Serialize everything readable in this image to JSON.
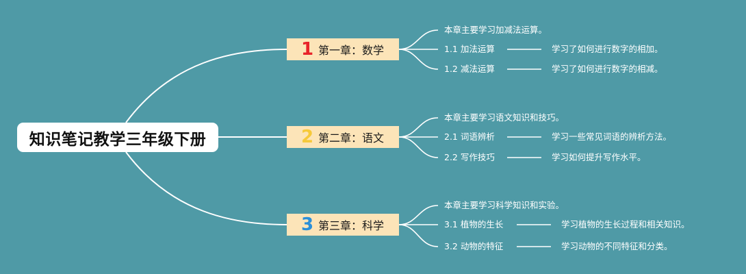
{
  "root": {
    "title": "知识笔记教学三年级下册"
  },
  "chapters": [
    {
      "number": "1",
      "number_color": "#e8232a",
      "title": "第一章：数学",
      "summary": "本章主要学习加减法运算。",
      "topics": [
        {
          "label": "1.1 加法运算",
          "detail": "学习了如何进行数字的相加。"
        },
        {
          "label": "1.2 减法运算",
          "detail": "学习了如何进行数字的相减。"
        }
      ]
    },
    {
      "number": "2",
      "number_color": "#f6c93a",
      "title": "第二章：语文",
      "summary": "本章主要学习语文知识和技巧。",
      "topics": [
        {
          "label": "2.1 词语辨析",
          "detail": "学习一些常见词语的辨析方法。"
        },
        {
          "label": "2.2 写作技巧",
          "detail": "学习如何提升写作水平。"
        }
      ]
    },
    {
      "number": "3",
      "number_color": "#2b8fd8",
      "title": "第三章：科学",
      "summary": "本章主要学习科学知识和实验。",
      "topics": [
        {
          "label": "3.1 植物的生长",
          "detail": "学习植物的生长过程和相关知识。"
        },
        {
          "label": "3.2 动物的特征",
          "detail": "学习动物的不同特征和分类。"
        }
      ]
    }
  ],
  "colors": {
    "background": "#4f9aa6",
    "root_fill": "#ffffff",
    "chapter_fill": "#fce4b8",
    "line": "#ffffff"
  }
}
